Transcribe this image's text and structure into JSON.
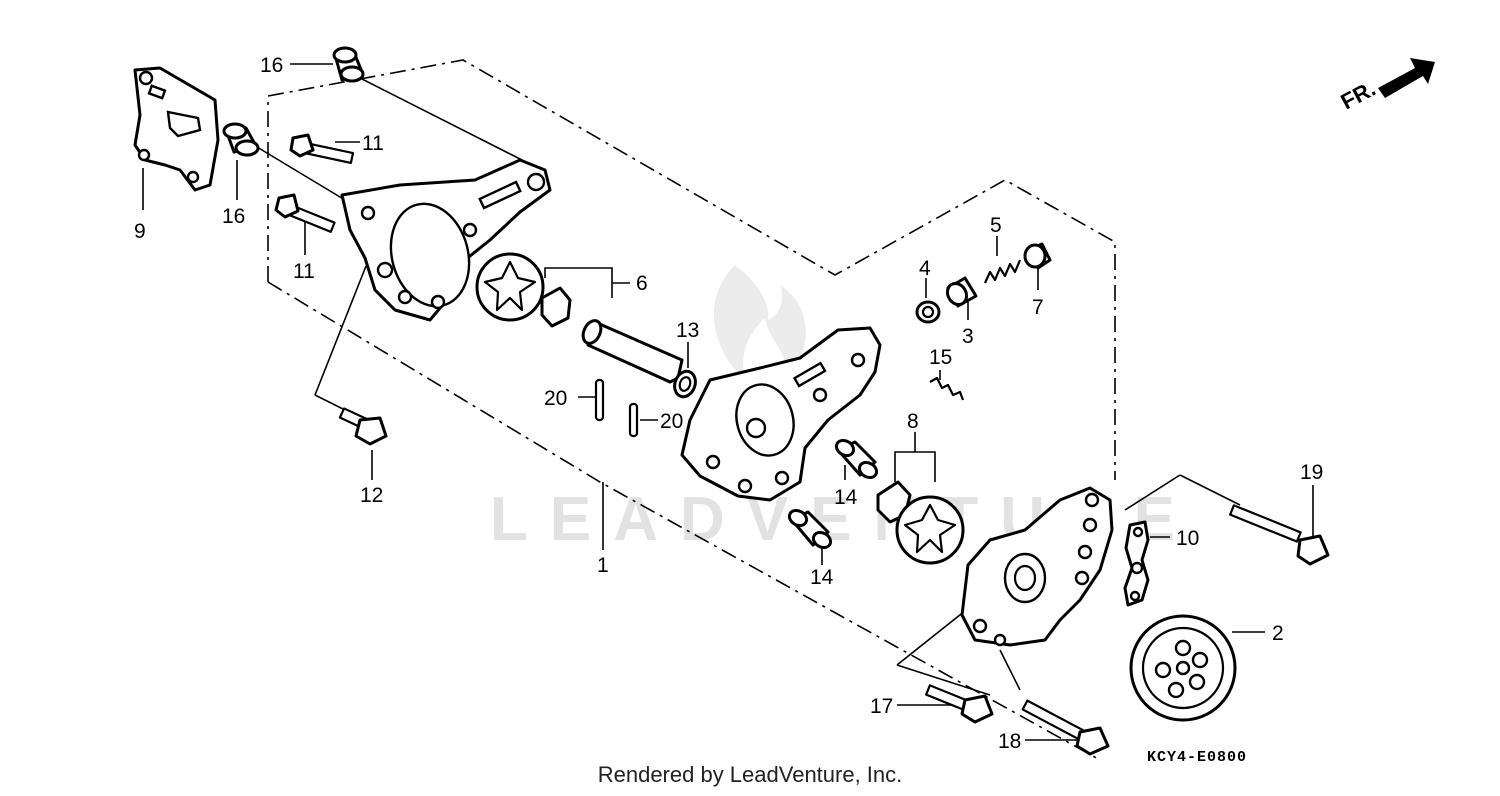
{
  "watermark": "LEADVENTURE",
  "direction_label": "FR.",
  "diagram_code": "KCY4-E0800",
  "credit": "Rendered by LeadVenture, Inc.",
  "callouts": {
    "c16a": "16",
    "c16b": "16",
    "c11a": "11",
    "c11b": "11",
    "c9": "9",
    "c12": "12",
    "c6": "6",
    "c13": "13",
    "c20a": "20",
    "c20b": "20",
    "c1": "1",
    "c4": "4",
    "c5": "5",
    "c3": "3",
    "c7": "7",
    "c15": "15",
    "c8": "8",
    "c14a": "14",
    "c14b": "14",
    "c10": "10",
    "c19": "19",
    "c2": "2",
    "c17": "17",
    "c18": "18"
  }
}
